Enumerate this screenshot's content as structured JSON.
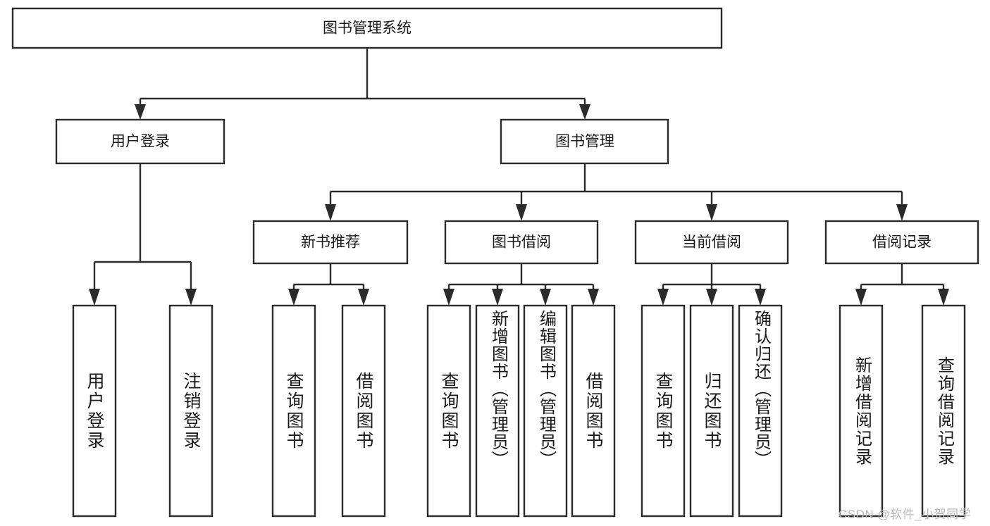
{
  "diagram": {
    "type": "tree-hierarchy-diagram",
    "title": "图书管理系统",
    "watermark": "CSDN @软件_小贺同学",
    "colors": {
      "stroke": "#2b2b2b",
      "box_fill": "#ffffff",
      "background": "#ffffff",
      "text": "#1a1a1a",
      "watermark": "#b9b9b9"
    },
    "root": {
      "label": "图书管理系统"
    },
    "level2": [
      {
        "label": "用户登录"
      },
      {
        "label": "图书管理"
      }
    ],
    "level3": [
      {
        "label": "新书推荐"
      },
      {
        "label": "图书借阅"
      },
      {
        "label": "当前借阅"
      },
      {
        "label": "借阅记录"
      }
    ],
    "leaves": {
      "user_login": [
        {
          "label": "用户登录"
        },
        {
          "label": "注销登录"
        }
      ],
      "new_book_recommend": [
        {
          "label": "查询图书"
        },
        {
          "label": "借阅图书"
        }
      ],
      "book_borrow": [
        {
          "label": "查询图书"
        },
        {
          "label": "新增图书（管理员）"
        },
        {
          "label": "编辑图书（管理员）"
        },
        {
          "label": "借阅图书"
        }
      ],
      "current_borrow": [
        {
          "label": "查询图书"
        },
        {
          "label": "归还图书"
        },
        {
          "label": "确认归还（管理员）"
        }
      ],
      "borrow_record": [
        {
          "label": "新增借阅记录"
        },
        {
          "label": "查询借阅记录"
        }
      ]
    }
  }
}
